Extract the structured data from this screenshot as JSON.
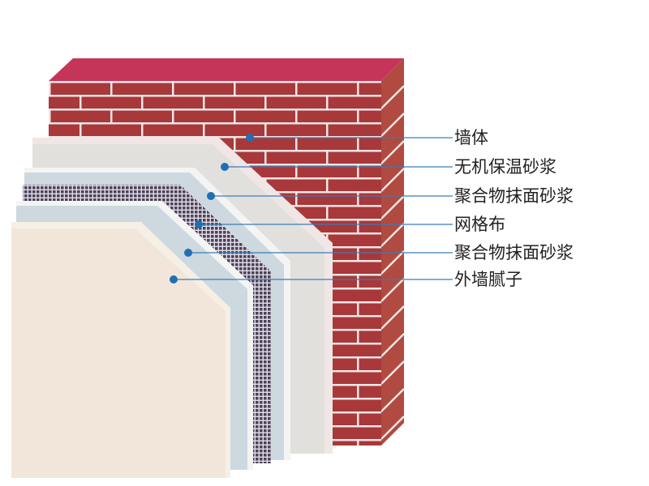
{
  "layers": [
    {
      "label": "墙体"
    },
    {
      "label": "无机保温砂浆"
    },
    {
      "label": "聚合物抹面砂浆"
    },
    {
      "label": "网格布"
    },
    {
      "label": "聚合物抹面砂浆"
    },
    {
      "label": "外墙腻子"
    }
  ],
  "colors": {
    "brick_front": "#a8383a",
    "brick_top": "#c5355a",
    "brick_side": "#b14a40",
    "mortar": "#f0e6e6",
    "insulation": "#e2e0dc",
    "polymer_mortar": "#cdd9df",
    "mesh": "#4b4458",
    "putty": "#f2e6da",
    "callout_line": "#3b7cb5",
    "callout_dot": "#1f6fb5",
    "label_text": "#222222"
  }
}
